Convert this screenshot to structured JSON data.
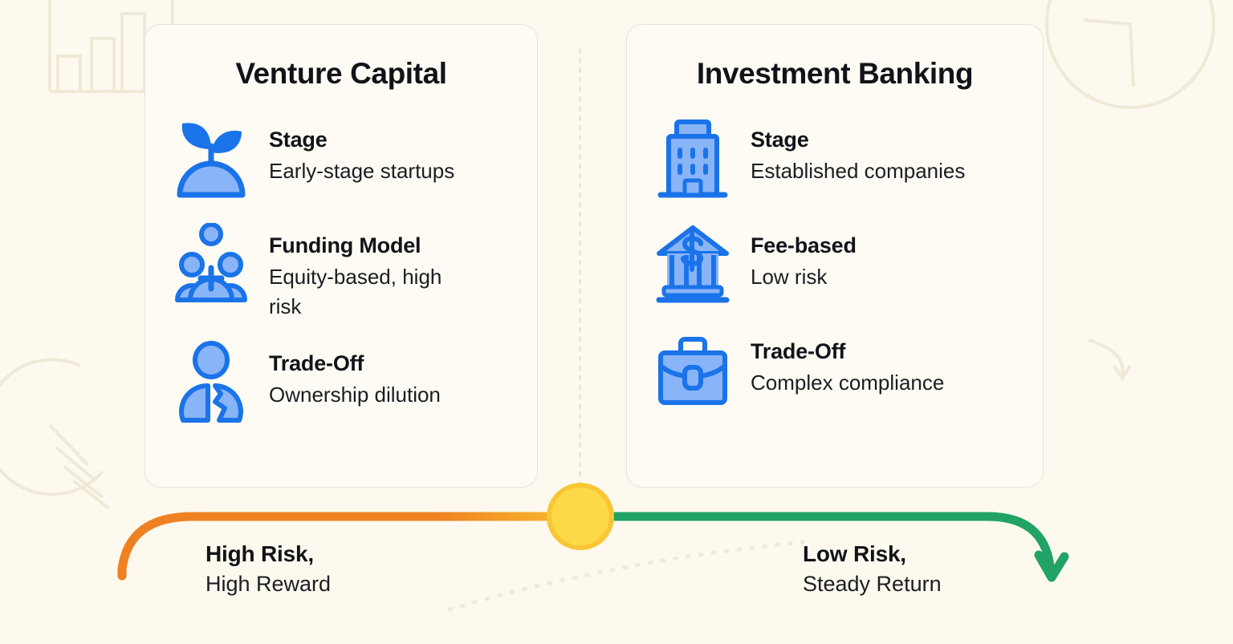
{
  "theme": {
    "background": "#FDF9EE",
    "card_background": "#FDFBF3",
    "card_border": "#E9E4D6",
    "icon_dark_blue": "#1A73E8",
    "icon_light_blue": "#8AB4F8",
    "risk_high_color": "#F08122",
    "risk_low_color": "#21A366",
    "pivot_fill": "#FDD948",
    "pivot_ring": "#F9C636",
    "text_color": "#111318"
  },
  "panels": [
    {
      "title": "Venture Capital",
      "rows": [
        {
          "icon": "seedling-icon",
          "label": "Stage",
          "desc": "Early-stage startups"
        },
        {
          "icon": "group-add-icon",
          "label": "Funding Model",
          "desc": "Equity-based, high risk"
        },
        {
          "icon": "split-person-icon",
          "label": "Trade-Off",
          "desc": "Ownership dilution"
        }
      ]
    },
    {
      "title": "Investment Banking",
      "rows": [
        {
          "icon": "office-building-icon",
          "label": "Stage",
          "desc": "Established companies"
        },
        {
          "icon": "bank-dollar-icon",
          "label": "Fee-based",
          "desc": "Low risk"
        },
        {
          "icon": "briefcase-icon",
          "label": "Trade-Off",
          "desc": "Complex compliance"
        }
      ]
    }
  ],
  "spectrum": {
    "left_caption_strong": "High Risk,",
    "left_caption_sub": "High Reward",
    "right_caption_strong": "Low Risk,",
    "right_caption_sub": "Steady Return"
  }
}
